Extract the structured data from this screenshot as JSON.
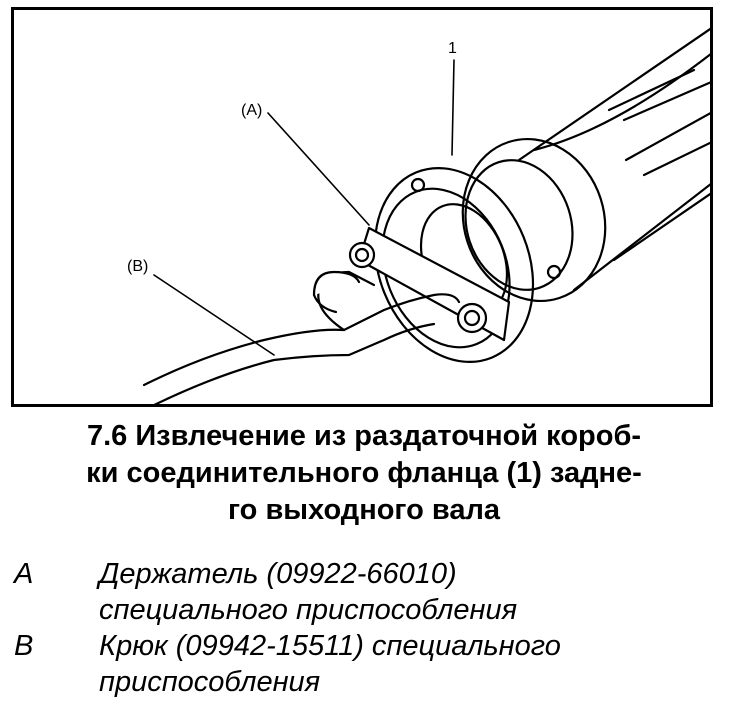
{
  "figure": {
    "callouts": {
      "one": "1",
      "a": "(A)",
      "b": "(B)"
    }
  },
  "caption": {
    "lines": [
      "7.6 Извлечение из раздаточной короб-",
      "ки соединительного фланца (1) задне-",
      "го выходного вала"
    ]
  },
  "legend": [
    {
      "key": "A",
      "lines": [
        "Держатель (09922-66010)",
        "специального приспособления"
      ]
    },
    {
      "key": "B",
      "lines": [
        "Крюк (09942-15511) специального",
        "приспособления"
      ]
    }
  ]
}
